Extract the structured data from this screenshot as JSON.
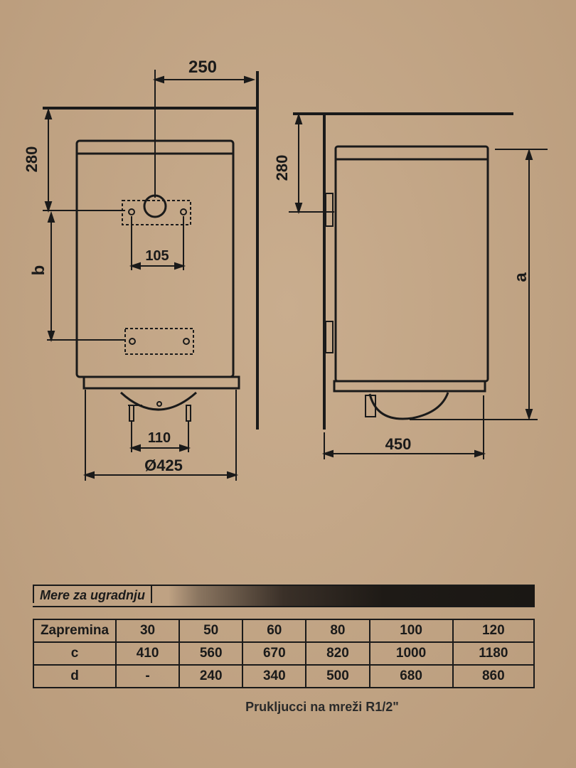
{
  "front_view": {
    "dim_top_width": "250",
    "dim_top_offset": "280",
    "dim_bracket_spacing": "b",
    "dim_upper_hole_spacing": "105",
    "dim_pipe_spacing": "110",
    "dim_diameter": "Ø425"
  },
  "side_view": {
    "dim_top_offset": "280",
    "dim_height": "a",
    "dim_depth": "450"
  },
  "section_title": "Mere za ugradnju",
  "table": {
    "headers": [
      "Zapremina",
      "30",
      "50",
      "60",
      "80",
      "100",
      "120"
    ],
    "rows": [
      [
        "c",
        "410",
        "560",
        "670",
        "820",
        "1000",
        "1180"
      ],
      [
        "d",
        "-",
        "240",
        "340",
        "500",
        "680",
        "860"
      ]
    ]
  },
  "footnote": {
    "label": "Prukljucci na mreži",
    "value": "R1/2\""
  }
}
